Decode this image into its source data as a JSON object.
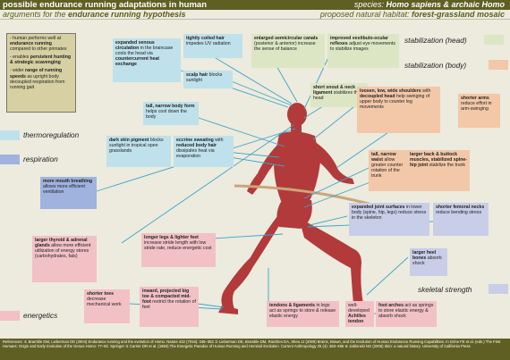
{
  "header": {
    "title": "possible endurance running adaptations in human",
    "subtitle_prefix": "arguments for the ",
    "subtitle_em": "endurance running hypothesis",
    "species_prefix": "species: ",
    "species": "Homo sapiens & archaic Homo",
    "habitat_prefix": "proposed natural habitat: ",
    "habitat": "forest-grassland mosaic"
  },
  "legend": {
    "stab_head": "stabilization (head)",
    "stab_body": "stabilization (body)",
    "thermo": "thermoregulation",
    "resp": "respiration",
    "skeletal": "skeletal strength",
    "energetics": "energetics"
  },
  "colors": {
    "thermoregulation": "#bfe1eb",
    "respiration": "#9fb3de",
    "stab_head": "#dde6c4",
    "stab_body": "#f3c8a8",
    "energetics": "#f2c1c6",
    "skeletal": "#c8cee8",
    "header_bar": "#5f5f23",
    "runner": "#b23a3a"
  },
  "intro": [
    {
      "pre": "- human performs well at ",
      "b": "endurance running",
      "post": " compared to other primates"
    },
    {
      "pre": "- enables ",
      "b": "persistent hunting & strategic scavenging",
      "post": ""
    },
    {
      "pre": "- wider ",
      "b": "range of running speeds",
      "post": " as upright body decoupled respiration from running gait"
    }
  ],
  "boxes": {
    "venous": {
      "b": "expanded venous circulation",
      "t": " in the braincase cools the head via ",
      "b2": "countercurrent heat exchange"
    },
    "hair": {
      "b": "tightly coiled hair",
      "t": " impedes UV radiation"
    },
    "scalp": {
      "b": "scalp hair",
      "t": " blocks sunlight"
    },
    "canals": {
      "b": "enlarged semicircular canals",
      "t": " (posterior & anterior) increase the sense of balance"
    },
    "vestibulo": {
      "b": "improved vestibulo-ocular reflexes",
      "t": " adjust eye movements to stabilize images"
    },
    "snout": {
      "b": "short snout & neck ligament",
      "t": " stabilizes the head"
    },
    "shoulders": {
      "b": "loosen, low, wide shoulders",
      "t": " with ",
      "b2": "decoupled head",
      "t2": " help swinging of upper body to counter leg movements"
    },
    "arms": {
      "b": "shorter arms",
      "t": " reduce effort in arm-swinging"
    },
    "narrow": {
      "b": "tall, narrow body form",
      "t": " helps cool down the body"
    },
    "skin": {
      "b": "dark skin pigment",
      "t": " blocks sunlight in tropical open grasslands"
    },
    "sweat": {
      "b": "eccrine sweating",
      "t": " with ",
      "b2": "reduced body hair",
      "t2": " dissipates heat via evaporation"
    },
    "waist": {
      "b": "tall, narrow waist",
      "t": " allow greater counter rotation of the trunk"
    },
    "buttock": {
      "b": "larger back & buttock muscles, stabilized spine-hip joint",
      "t": " stabilize the trunk"
    },
    "mouth": {
      "b": "more mouth breathing",
      "t": " allows more efficient ventilation"
    },
    "joints": {
      "b": "expanded joint surfaces",
      "t": " in lower body (spine, hip, legs) reduce stress in the skeleton"
    },
    "femoral": {
      "b": "shorter femoral necks",
      "t": " reduce bending stress"
    },
    "thyroid": {
      "b": "larger thyroid & adrenal glands",
      "t": " allow more efficient utilization of energy stores (carbohydrates, fats)"
    },
    "legs": {
      "b": "longer legs & lighter feet",
      "t": " increase stride length with low stride rate, reduce energetic cost"
    },
    "heel": {
      "b": "larger heel bones",
      "t": " absorb shock"
    },
    "toes": {
      "b": "shorter toes",
      "t": " decrease mechanical work"
    },
    "bigtoe": {
      "b": "inward, projected big toe & compacted mid-foot",
      "t": " restrict the rotation of feet"
    },
    "tendons": {
      "b": "tendons & ligaments",
      "t": " in legs act as springs to store & release elastic energy"
    },
    "achilles": {
      "pre": "well-developed ",
      "b": "Achilles tendon",
      "t": ""
    },
    "arches": {
      "b": "foot arches",
      "t": " act as springs to store elastic energy & absorb shock"
    }
  },
  "references": "References: ① Bramble DM, Lieberman DE (2004) Endurance running and the evolution of Homo. Nature 432 (7015): 345–352 ② Lieberman DE, Bramble DM, Raichlen DA, Shea JJ (2009) Brains, Brawn, and the Evolution of Human Endurance Running Capabilities. In Grine FE et al. (eds.) The First Humans: Origin and Early Evolution of the Genus Homo: 77–92. Springer ③ Carrier DR et al. (1984) The Energetic Paradox of Human Running and Hominid Evolution. Current Anthropology 25 (4): 483–495 ④ Jablonski NG (2006) Skin: a natural history. University of California Press"
}
